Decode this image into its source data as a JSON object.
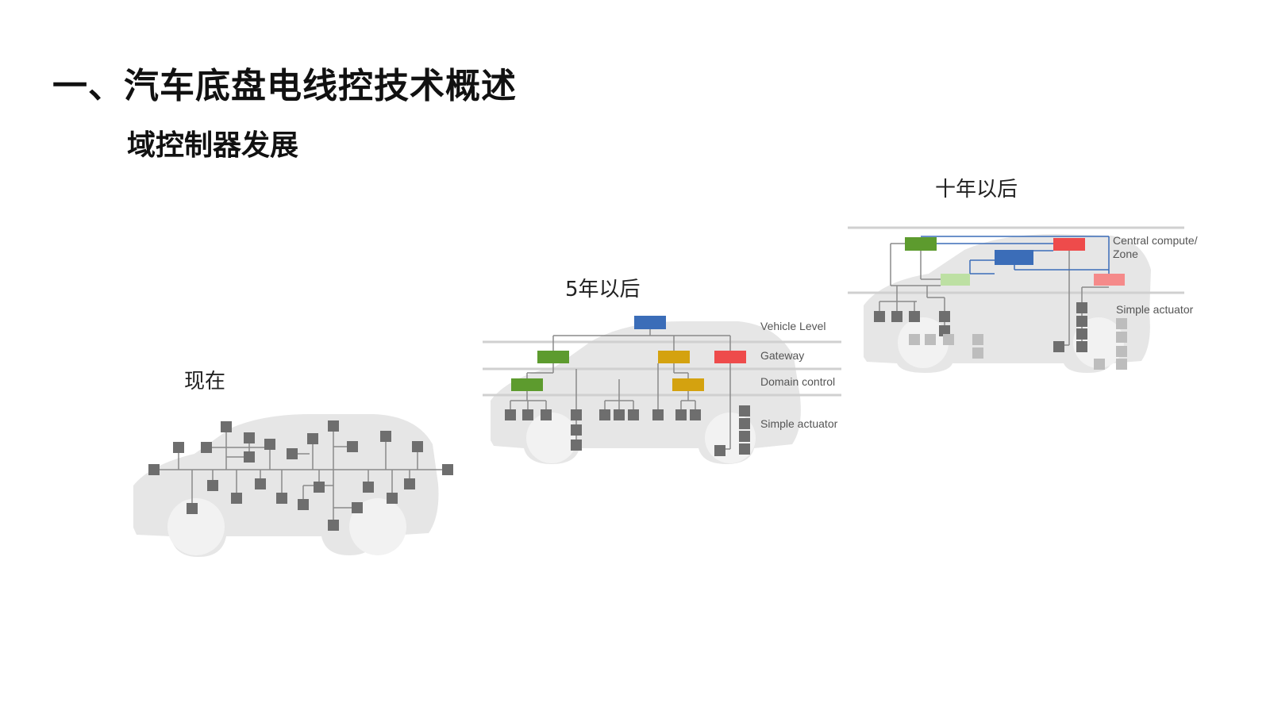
{
  "title": "一、汽车底盘电线控技术概述",
  "subtitle": "域控制器发展",
  "stages": {
    "now": {
      "label": "现在"
    },
    "five_years": {
      "label": "5年以后",
      "layers": [
        "Vehicle Level",
        "Gateway",
        "Domain control",
        "Simple actuator"
      ]
    },
    "ten_years": {
      "label": "十年以后",
      "layers": [
        "Central compute/",
        "Zone",
        "Simple actuator"
      ]
    }
  },
  "colors": {
    "car_body": "#e6e6e6",
    "node": "#6e6e6e",
    "line": "#8a8a8a",
    "blue": "#3b6db8",
    "green": "#5d9b2e",
    "yellow": "#d4a20f",
    "red": "#ee4b4b",
    "light_green": "#bde0a3",
    "light_red": "#f58a8a"
  }
}
